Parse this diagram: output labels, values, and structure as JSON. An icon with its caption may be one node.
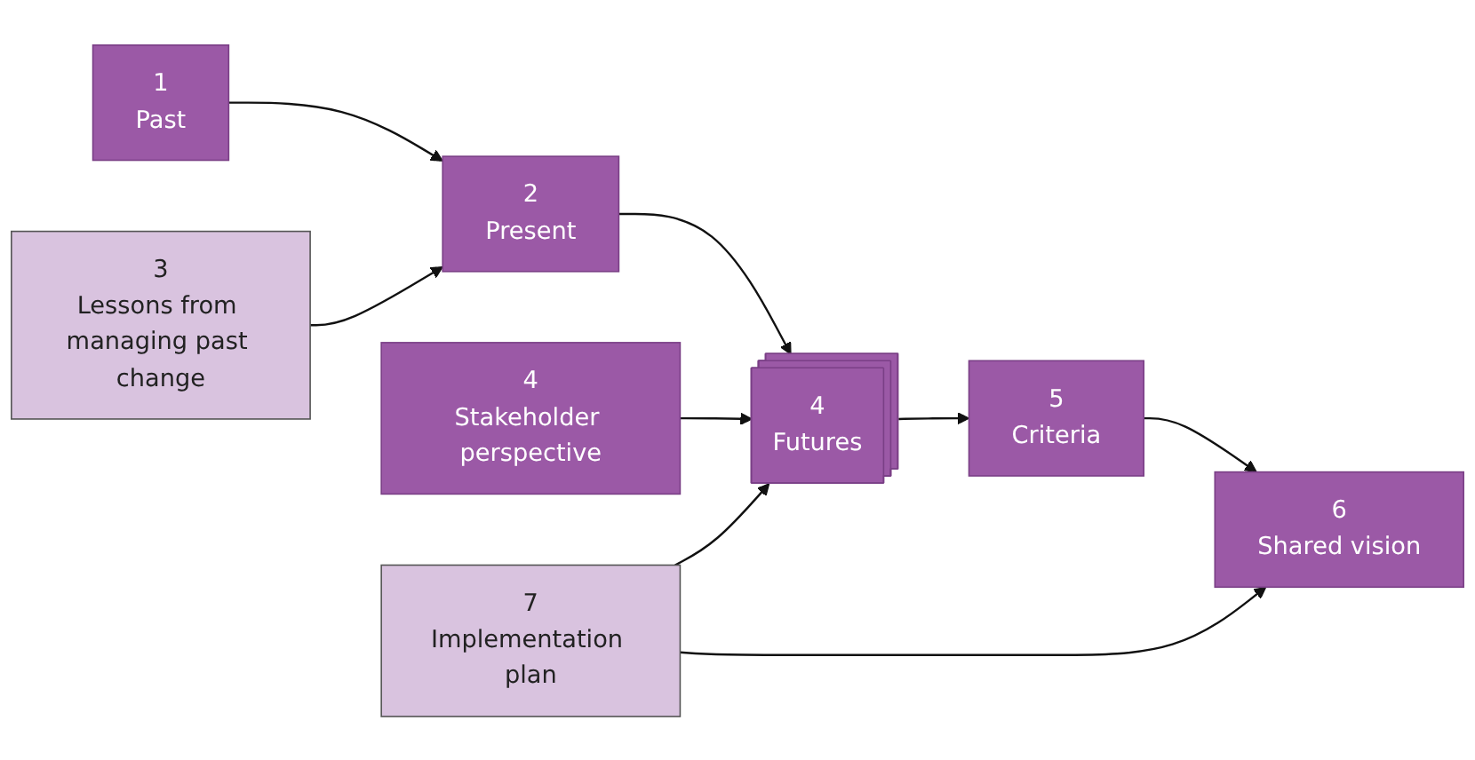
{
  "diagram": {
    "nodes": [
      {
        "text": [
          "1",
          "Past"
        ]
      },
      {
        "text": [
          "2",
          "Present"
        ]
      },
      {
        "text": [
          "4",
          "Stakeholder perspective"
        ]
      },
      {
        "text": [
          "4",
          "Futures"
        ]
      },
      {
        "text": [
          "5",
          "Criteria"
        ]
      },
      {
        "text": [
          "6",
          "Shared vision"
        ]
      },
      {
        "text": [
          "3",
          "Lessons from managing past change"
        ]
      },
      {
        "text": [
          "7",
          "Implementation plan"
        ]
      }
    ],
    "edges": [
      {
        "from": 0,
        "to": 1,
        "arrow": "to"
      },
      {
        "from": 6,
        "to": 1,
        "arrow": "to"
      },
      {
        "from": 1,
        "to": 3,
        "arrow": "to"
      },
      {
        "from": 2,
        "to": 3,
        "arrow": "to"
      },
      {
        "from": 7,
        "to": 3,
        "arrow": "to"
      },
      {
        "from": 3,
        "to": 4,
        "arrow": "to"
      },
      {
        "from": 4,
        "to": 5,
        "arrow": "to"
      },
      {
        "from": 7,
        "to": 5,
        "arrow": "to"
      }
    ]
  }
}
